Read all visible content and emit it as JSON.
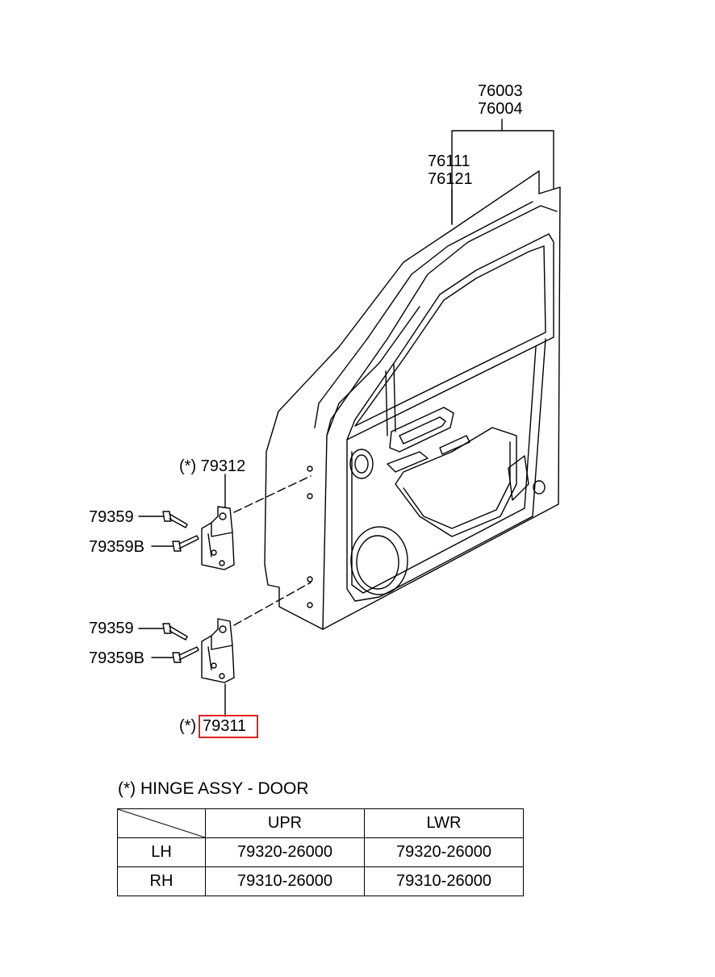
{
  "callouts": {
    "door_assy_lh": "76003",
    "door_assy_rh": "76004",
    "panel_lh": "76111",
    "panel_rh": "76121",
    "upper_hinge": "(*) 79312",
    "bolt_upper_1": "79359",
    "bolt_upper_2": "79359B",
    "bolt_lower_1": "79359",
    "bolt_lower_2": "79359B",
    "lower_hinge_prefix": "(*)",
    "lower_hinge_part": "79311"
  },
  "note": "(*) HINGE ASSY - DOOR",
  "hinge_table": {
    "headers": [
      "",
      "UPR",
      "LWR"
    ],
    "rows": [
      {
        "side": "LH",
        "upr": "79320-26000",
        "lwr": "79320-26000"
      },
      {
        "side": "RH",
        "upr": "79310-26000",
        "lwr": "79310-26000"
      }
    ]
  },
  "colors": {
    "line": "#000000",
    "highlight": "#e02020"
  },
  "icons": {
    "door": "door-shell-icon",
    "hinge": "hinge-bracket-icon",
    "bolt": "bolt-icon"
  }
}
